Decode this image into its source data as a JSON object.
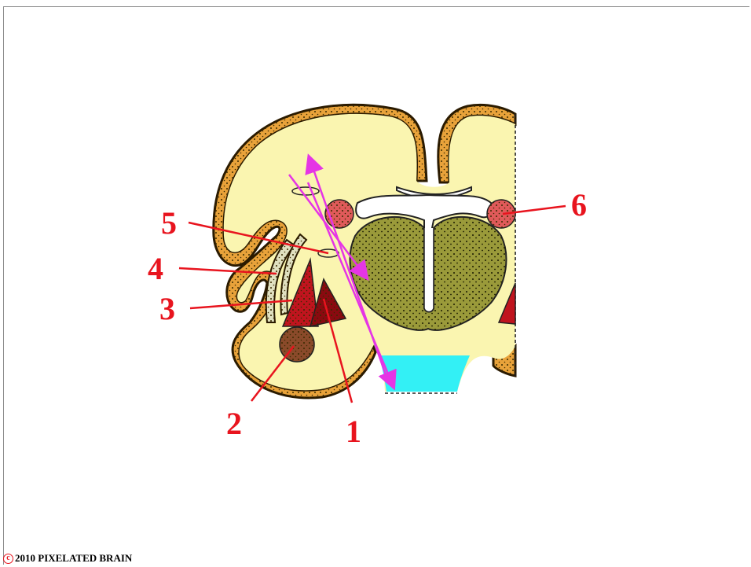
{
  "labels": {
    "l1": "1",
    "l2": "2",
    "l3": "3",
    "l4": "4",
    "l5": "5",
    "l6": "6"
  },
  "copyright": {
    "symbol": "c",
    "text": "2010  PIXELATED BRAIN"
  },
  "colors": {
    "cortex_rim": "#e8a23a",
    "interior": "#faf5b0",
    "thalamus": "#9a9a3a",
    "red_nucleus": "#c0141e",
    "pink_nucleus": "#e05a5a",
    "brown_nucleus": "#8a4a2a",
    "cyan_region": "#33f0f5",
    "arrows": "#e535e5",
    "label_red": "#e8141e"
  }
}
